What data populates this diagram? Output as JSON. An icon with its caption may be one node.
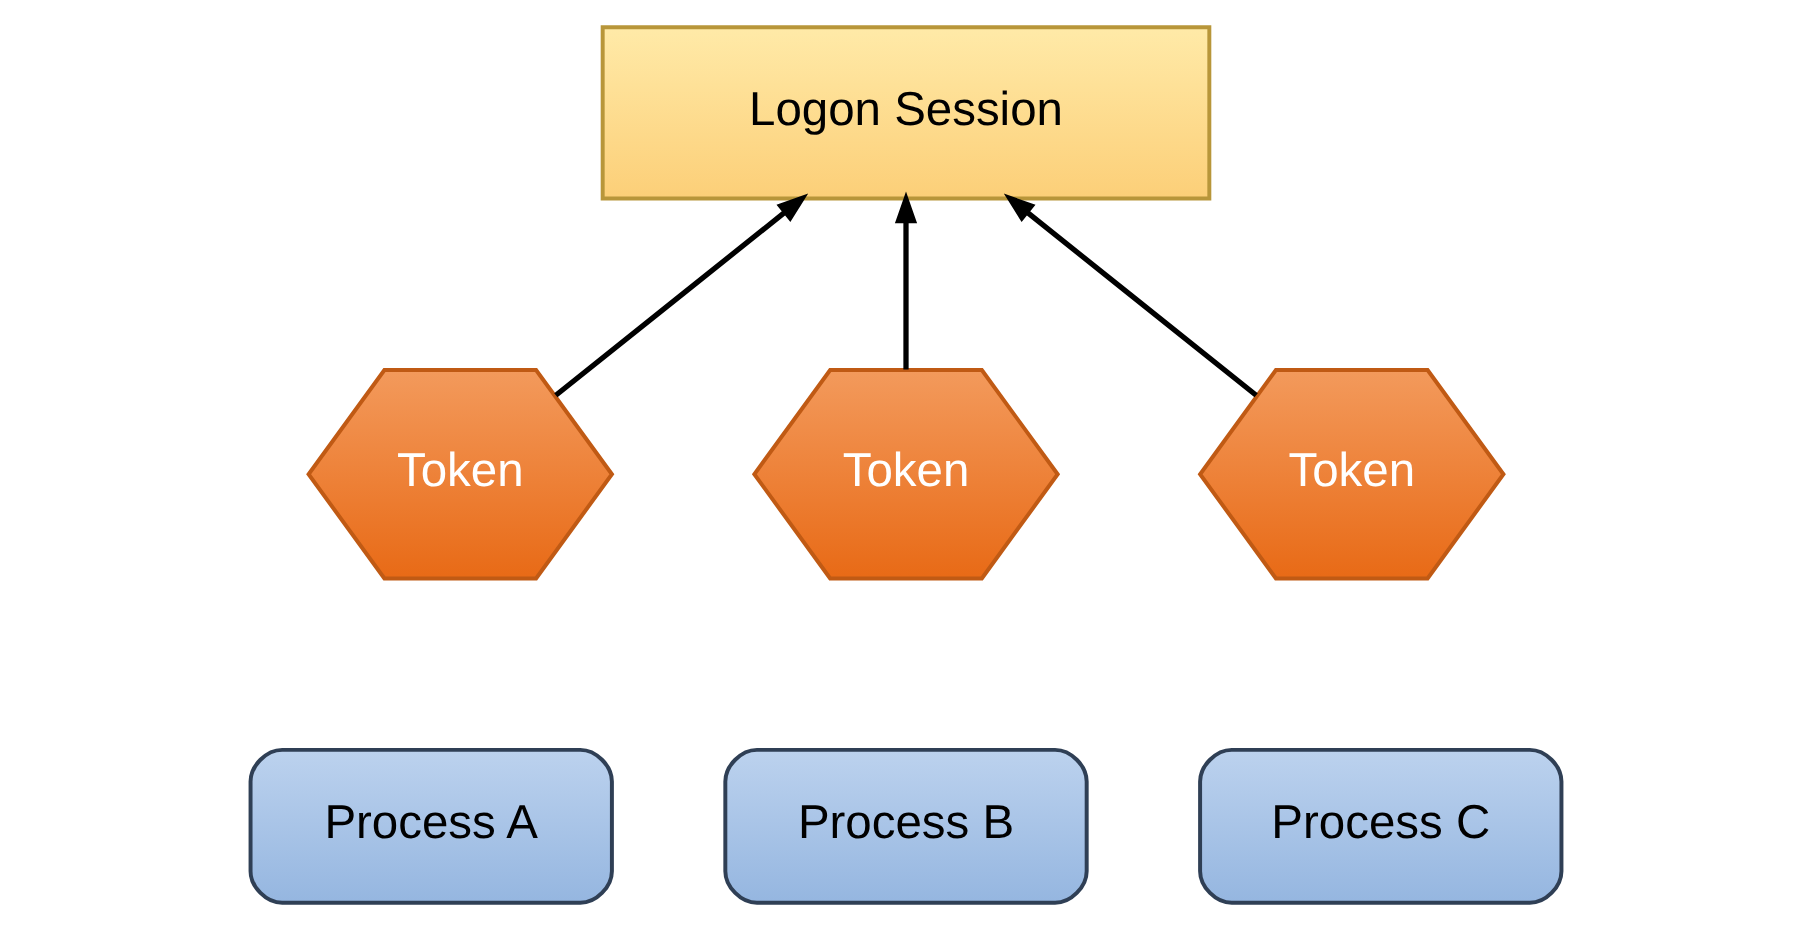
{
  "diagram": {
    "nodes": [
      {
        "text": [
          "Logon Session"
        ]
      },
      {
        "text": [
          "Token"
        ]
      },
      {
        "text": [
          "Token"
        ]
      },
      {
        "text": [
          "Token"
        ]
      },
      {
        "text": [
          "Process A"
        ]
      },
      {
        "text": [
          "Process B"
        ]
      },
      {
        "text": [
          "Process C"
        ]
      }
    ],
    "edges": [
      {
        "from": 1,
        "to": 0,
        "arrow": "to"
      },
      {
        "from": 2,
        "to": 0,
        "arrow": "to"
      },
      {
        "from": 3,
        "to": 0,
        "arrow": "to"
      }
    ]
  }
}
